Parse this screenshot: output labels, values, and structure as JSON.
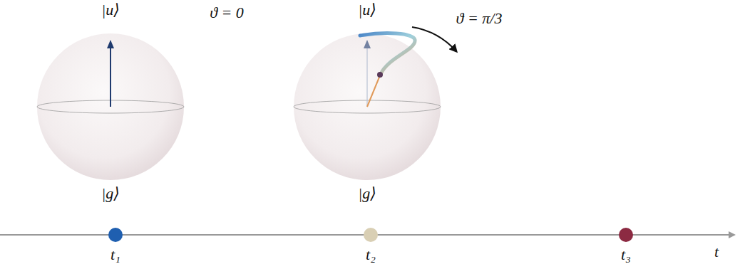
{
  "diagram": {
    "nodes": [
      {
        "text": [
          "t₁"
        ]
      },
      {
        "text": [
          "t₂"
        ]
      },
      {
        "text": [
          "t₃"
        ]
      }
    ],
    "labels": [
      "|u⟩",
      "ϑ = 0",
      "|g⟩",
      "|u⟩",
      "ϑ = π/3",
      "|g⟩",
      "t"
    ]
  }
}
